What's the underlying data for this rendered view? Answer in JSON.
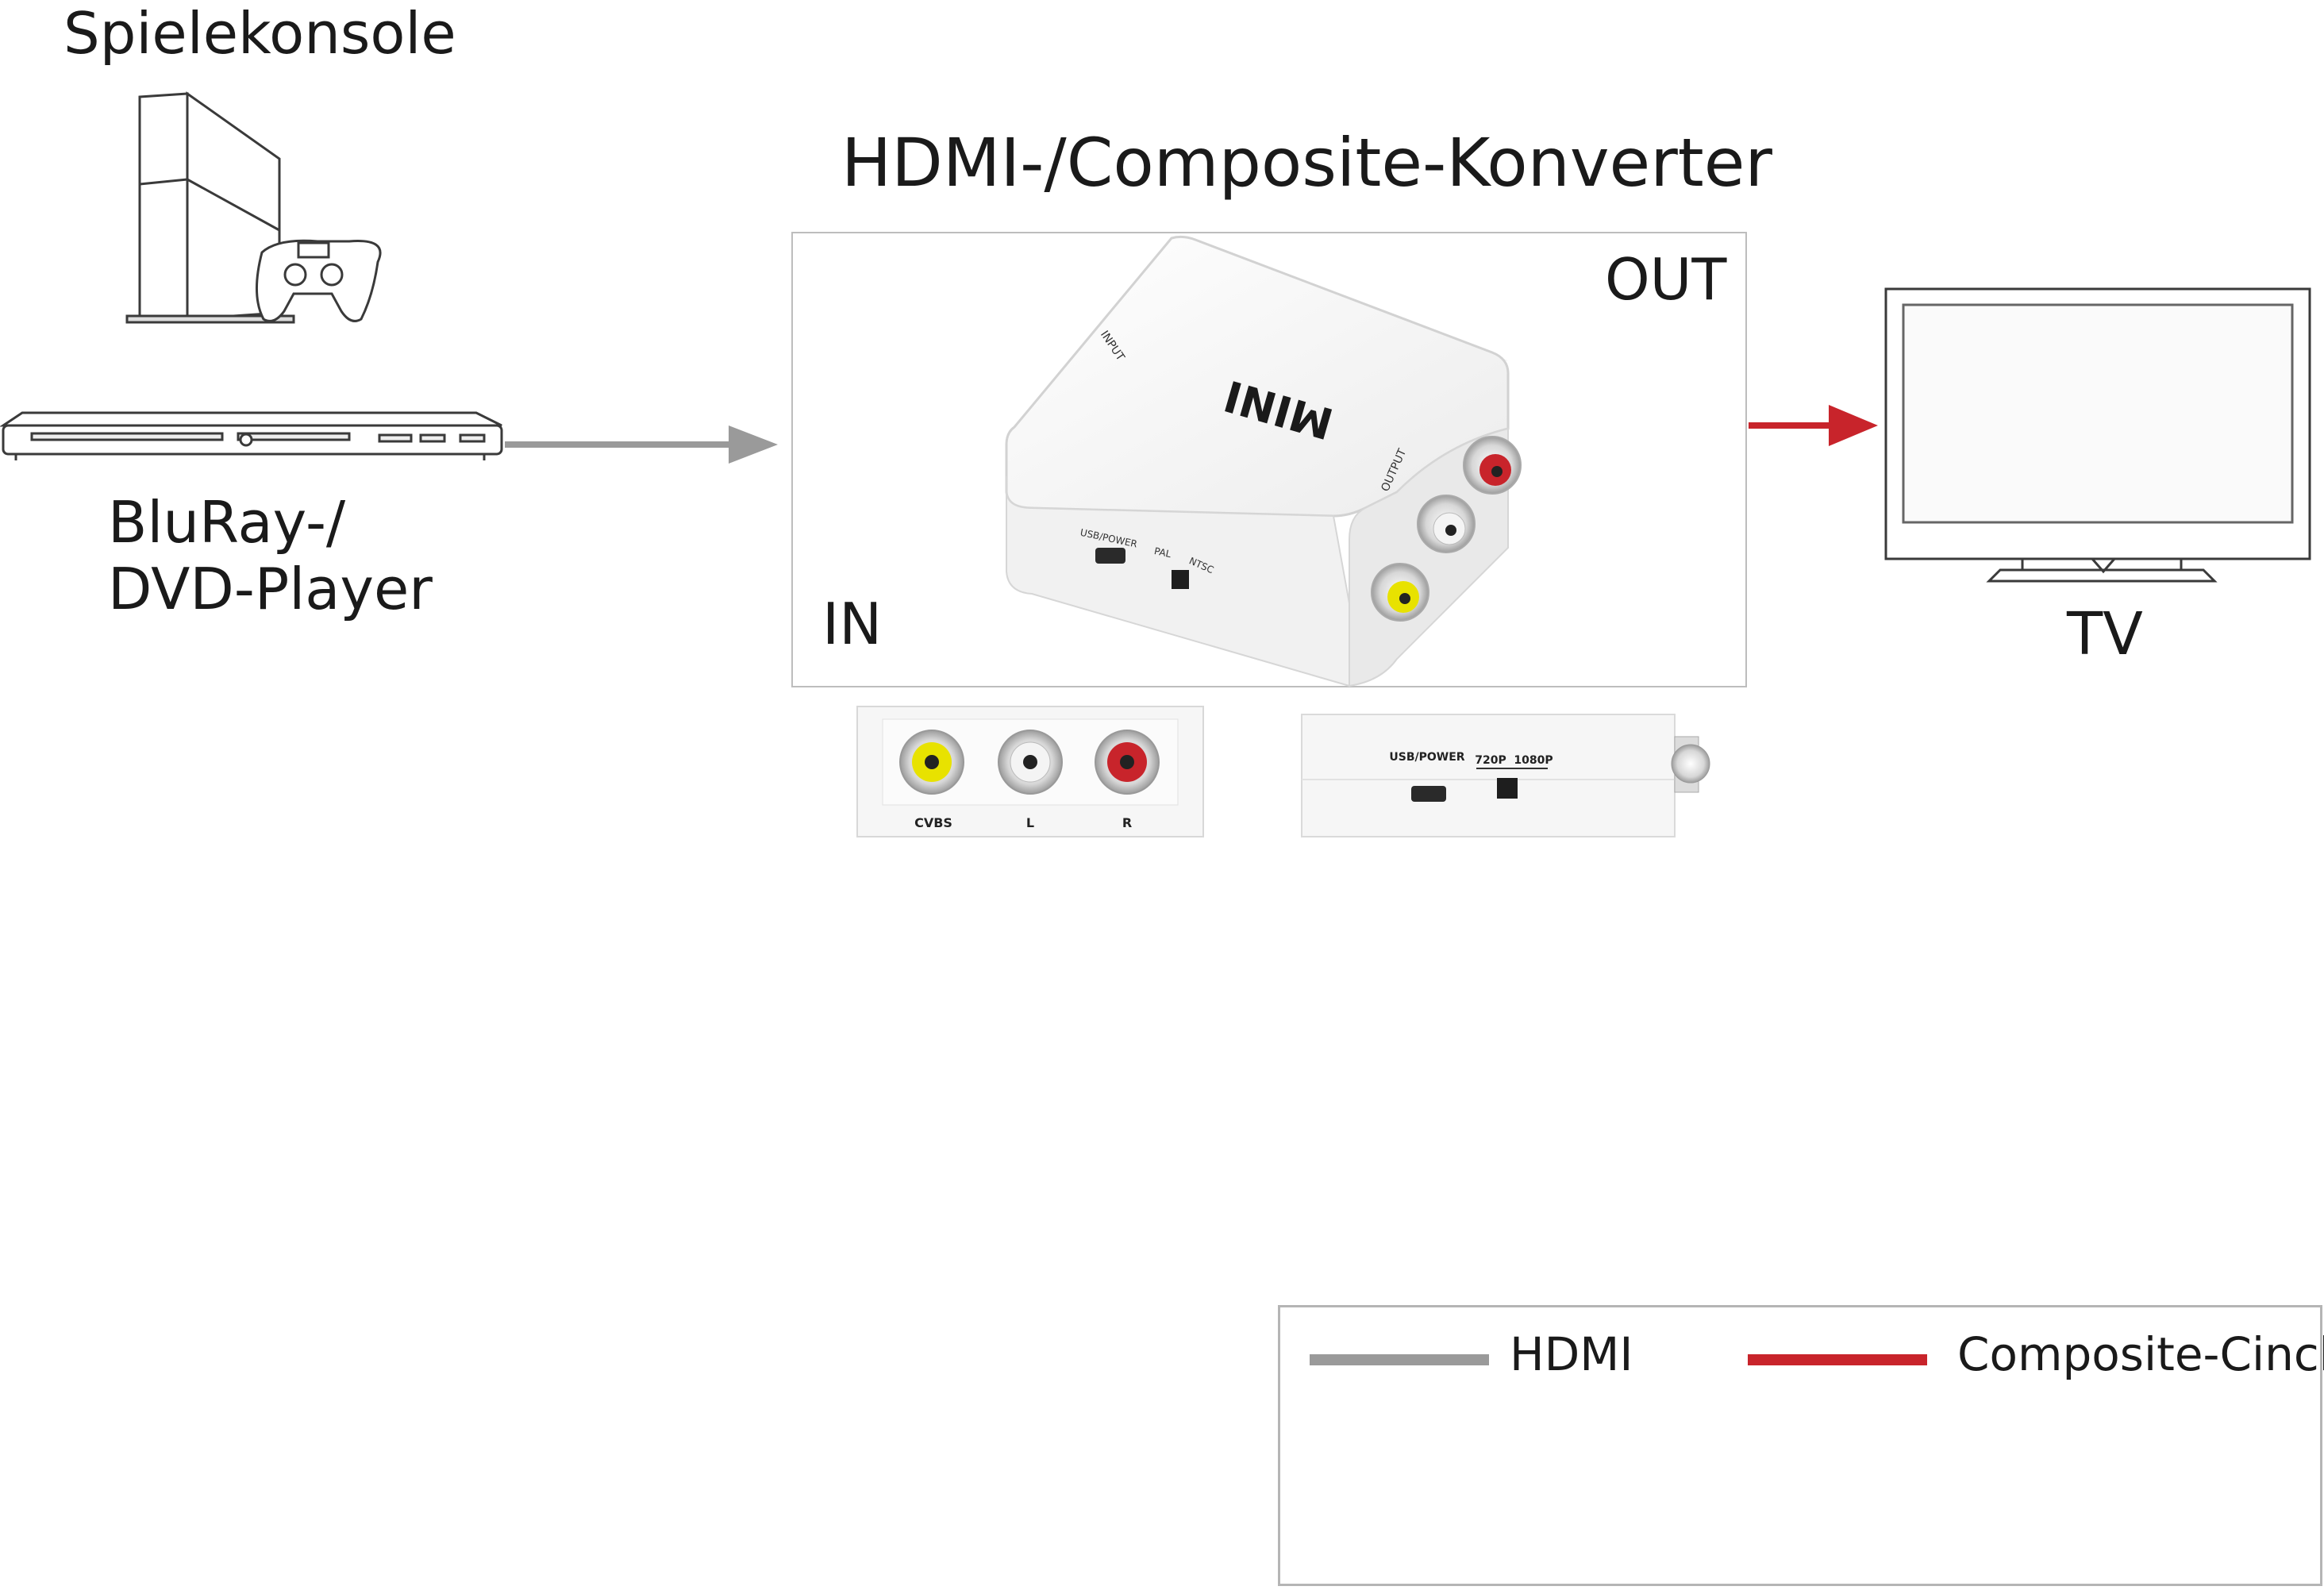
{
  "labels": {
    "console": "Spielekonsole",
    "player_line1": "BluRay-/",
    "player_line2": "DVD-Player",
    "converter_title": "HDMI-/Composite-Konverter",
    "out": "OUT",
    "in": "IN",
    "tv": "TV"
  },
  "device_print": {
    "mini": "MINI",
    "input": "INPUT",
    "output": "OUTPUT",
    "usb_power": "USB/POWER",
    "pal": "PAL",
    "ntsc": "NTSC",
    "cvbs": "CVBS",
    "l": "L",
    "r": "R",
    "res_720": "720P",
    "res_1080": "1080P"
  },
  "legend": {
    "hdmi": "HDMI",
    "composite": "Composite-Cinch"
  },
  "colors": {
    "hdmi_line": "#9a9a9a",
    "composite_line": "#c8242b",
    "jack_yellow": "#e8e200",
    "jack_white": "#f2f2f2",
    "jack_red": "#c8242b"
  }
}
